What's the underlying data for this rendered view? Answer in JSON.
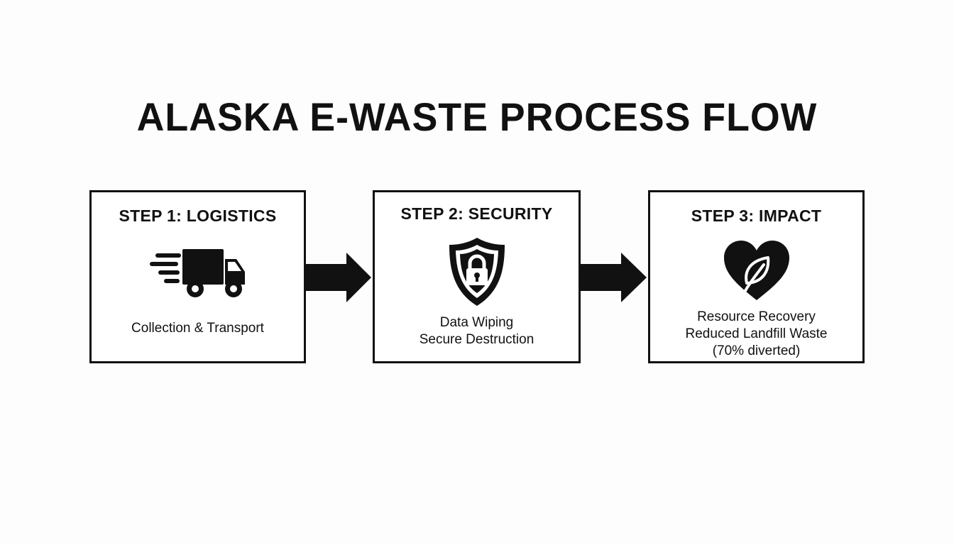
{
  "title": "ALASKA E-WASTE PROCESS FLOW",
  "steps": [
    {
      "heading": "STEP 1: LOGISTICS",
      "icon": "truck-icon",
      "lines": [
        "Collection & Transport"
      ]
    },
    {
      "heading": "STEP 2: SECURITY",
      "icon": "shield-lock-icon",
      "lines": [
        "Data Wiping",
        "Secure Destruction"
      ]
    },
    {
      "heading": "STEP 3: IMPACT",
      "icon": "heart-leaf-icon",
      "lines": [
        "Resource Recovery",
        "Reduced Landfill Waste",
        "(70% diverted)"
      ]
    }
  ],
  "colors": {
    "ink": "#111111",
    "background": "#fdfdfd"
  }
}
